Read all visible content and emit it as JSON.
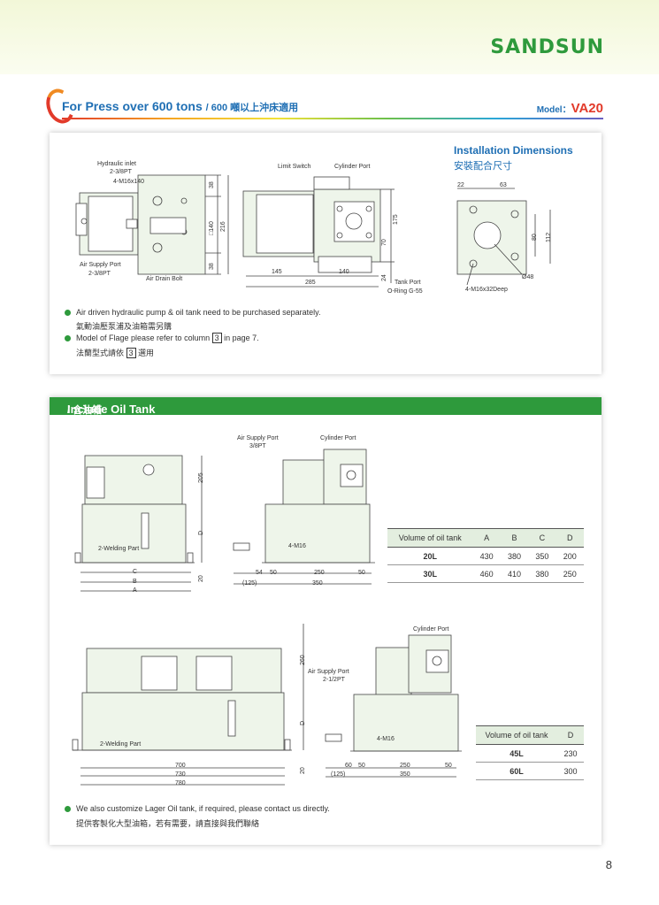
{
  "header": {
    "logo": "SANDSUN"
  },
  "title": {
    "main": "For Press over 600 tons",
    "sub": "/ 600 噸以上沖床適用",
    "model_label": "Model：",
    "model_value": "VA20"
  },
  "top_drawing": {
    "labels": [
      "Hydraulic inlet",
      "2-3/8PT",
      "4-M16x140",
      "Air Supply Port",
      "2-3/8PT",
      "Air Drain Bolt",
      "Limit Switch",
      "Cylinder Port",
      "Tank Port",
      "O-Ring G-55"
    ],
    "dims": [
      "38",
      "□140",
      "216",
      "38",
      "145",
      "140",
      "285",
      "24",
      "70",
      "175"
    ]
  },
  "install": {
    "title": "Installation Dimensions",
    "subtitle": "安裝配合尺寸",
    "dims": [
      "22",
      "63",
      "80",
      "112",
      "Ø48",
      "4-M16x32Deep"
    ]
  },
  "notes_top": [
    {
      "en": "Air driven hydraulic pump & oil tank need to be purchased separately.",
      "zh": "氣動油壓泵浦及油箱需另購"
    },
    {
      "en_a": "Model of Flage please refer to column ",
      "box": "3",
      "en_b": " in page 7.",
      "zh_a": "法蘭型式請依 ",
      "zh_b": " 選用"
    }
  ],
  "section2": {
    "title": "Include Oil Tank",
    "sub": "/ 含油箱"
  },
  "tank1": {
    "labels": [
      "2-Welding Part",
      "C",
      "B",
      "A",
      "205",
      "D",
      "20"
    ]
  },
  "tank1_side": {
    "labels": [
      "Air Supply Port",
      "3/8PT",
      "Cylinder Port",
      "4-M16",
      "54",
      "50",
      "250",
      "50",
      "(125)",
      "350"
    ]
  },
  "table1": {
    "headers": [
      "Volume of oil tank",
      "A",
      "B",
      "C",
      "D"
    ],
    "rows": [
      [
        "20L",
        "430",
        "380",
        "350",
        "200"
      ],
      [
        "30L",
        "460",
        "410",
        "380",
        "250"
      ]
    ]
  },
  "tank2": {
    "labels": [
      "2-Welding Part",
      "700",
      "730",
      "780",
      "260",
      "D",
      "20"
    ]
  },
  "tank2_side": {
    "labels": [
      "Cylinder Port",
      "Air Supply Port",
      "2-1/2PT",
      "4-M16",
      "60",
      "50",
      "250",
      "50",
      "(125)",
      "350"
    ]
  },
  "table2": {
    "headers": [
      "Volume of oil tank",
      "D"
    ],
    "rows": [
      [
        "45L",
        "230"
      ],
      [
        "60L",
        "300"
      ]
    ]
  },
  "note_bottom": {
    "en": "We also customize Lager Oil tank, if required, please contact us directly.",
    "zh": "提供客製化大型油箱，若有需要，請直接與我們聯絡"
  },
  "page_number": "8"
}
